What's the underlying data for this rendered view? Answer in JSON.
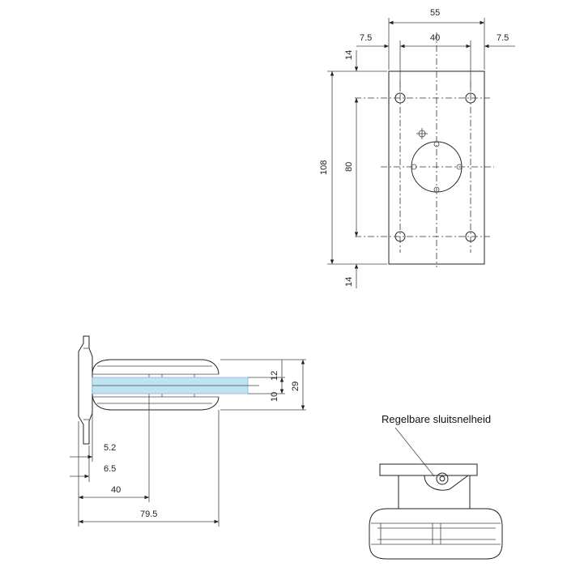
{
  "top_view": {
    "overall_width": "55",
    "hole_spacing": "40",
    "edge_left": "7.5",
    "edge_right": "7.5",
    "overall_height": "108",
    "hole_pitch_vertical": "80",
    "top_margin": "14",
    "bottom_margin": "14"
  },
  "side_view": {
    "dim_12": "12",
    "dim_10": "10",
    "dim_29": "29",
    "dim_5_2": "5.2",
    "dim_6_5": "6.5",
    "dim_40": "40",
    "dim_79_5": "79.5"
  },
  "detail_view": {
    "callout": "Regelbare sluitsnelheid"
  }
}
